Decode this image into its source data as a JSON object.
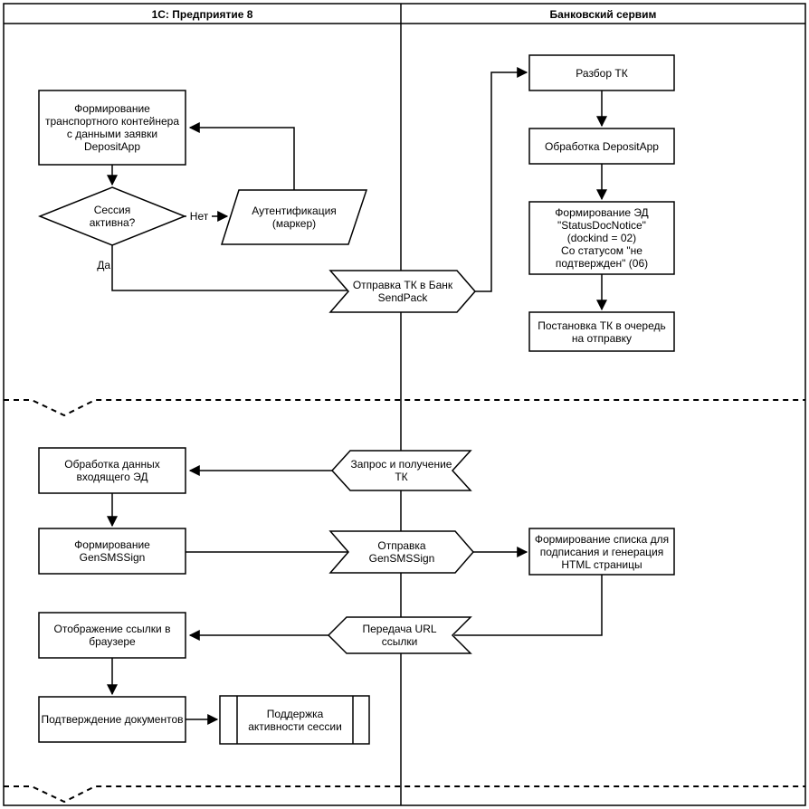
{
  "diagram": {
    "type": "flowchart-swimlane",
    "colors": {
      "stroke": "#000000",
      "fill": "#ffffff",
      "background": "#ffffff"
    },
    "lanes": {
      "left": {
        "title": "1С: Предприятие 8"
      },
      "right": {
        "title": "Банковский сервим"
      }
    },
    "nodes": {
      "form_tk": {
        "shape": "process",
        "label": "Формирование\nтранспортного контейнера\nс данными заявки\nDepositApp"
      },
      "session_active": {
        "shape": "decision",
        "label": "Сессия\nактивна?"
      },
      "auth": {
        "shape": "parallelogram",
        "label": "Аутентификация\n(маркер)"
      },
      "sendpack": {
        "shape": "chevron-right",
        "label": "Отправка ТК в Банк\nSendPack"
      },
      "razbor_tk": {
        "shape": "process",
        "label": "Разбор ТК"
      },
      "obrabotka_da": {
        "shape": "process",
        "label": "Обработка DepositApp"
      },
      "form_ed": {
        "shape": "process",
        "label": "Формирование ЭД\n\"StatusDocNotice\"\n(dockind = 02)\nСо статусом \"не\nподтвержден\" (06)"
      },
      "postanovka": {
        "shape": "process",
        "label": "Постановка ТК в очередь\nна отправку"
      },
      "obr_dannyh": {
        "shape": "process",
        "label": "Обработка данных\nвходящего ЭД"
      },
      "zapros_tk": {
        "shape": "chevron-left",
        "label": "Запрос и получение\nТК"
      },
      "form_gensms": {
        "shape": "process",
        "label": "Формирование\nGenSMSSign"
      },
      "otpravka_gensms": {
        "shape": "chevron-right",
        "label": "Отправка\nGenSMSSign"
      },
      "form_spiska": {
        "shape": "process",
        "label": "Формирование списка для\nподписания и генерация\nHTML страницы"
      },
      "peredacha_url": {
        "shape": "chevron-left",
        "label": "Передача URL\nссылки"
      },
      "otobrazhenie": {
        "shape": "process",
        "label": "Отображение ссылки в\nбраузере"
      },
      "podtverzhdenie": {
        "shape": "process",
        "label": "Подтверждение документов"
      },
      "podderzhka": {
        "shape": "predefined-process",
        "label": "Поддержка\nактивности сессии"
      }
    },
    "edge_labels": {
      "no": "Нет",
      "yes": "Да"
    }
  }
}
